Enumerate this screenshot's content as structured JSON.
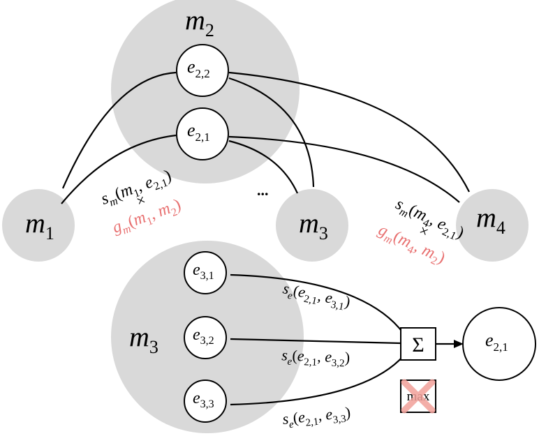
{
  "top": {
    "cluster_m2": {
      "label": "m",
      "sub": "2"
    },
    "entity_e22": {
      "label": "e",
      "sub": "2,2"
    },
    "entity_e21": {
      "label": "e",
      "sub": "2,1"
    },
    "mention_m1": {
      "label": "m",
      "sub": "1"
    },
    "mention_m3": {
      "label": "m",
      "sub": "3"
    },
    "mention_m4": {
      "label": "m",
      "sub": "4"
    },
    "ellipsis": "...",
    "annotation_left": {
      "line1": "s_m(m_1, e_{2,1})",
      "line2": "×",
      "line3": "g_m(m_1, m_2)",
      "line3_color": "#e87070"
    },
    "annotation_right": {
      "line1": "s_m(m_4, e_{2,1})",
      "line2": "×",
      "line3": "g_m(m_4, m_2)",
      "line3_color": "#e87070"
    }
  },
  "bottom": {
    "cluster_m3": {
      "label": "m",
      "sub": "3"
    },
    "entity_e31": {
      "label": "e",
      "sub": "3,1"
    },
    "entity_e32": {
      "label": "e",
      "sub": "3,2"
    },
    "entity_e33": {
      "label": "e",
      "sub": "3,3"
    },
    "edge_label_1": "s_e(e_{2,1}, e_{3,1})",
    "edge_label_2": "s_e(e_{2,1}, e_{3,2})",
    "edge_label_3": "s_e(e_{2,1}, e_{3,3})",
    "sum_symbol": "Σ",
    "max_label": "max",
    "output_entity": {
      "label": "e",
      "sub": "2,1"
    }
  },
  "colors": {
    "cluster_fill": "#d9d9d9",
    "line": "#000000",
    "highlight": "#e87070",
    "cross": "#f2a09a"
  }
}
